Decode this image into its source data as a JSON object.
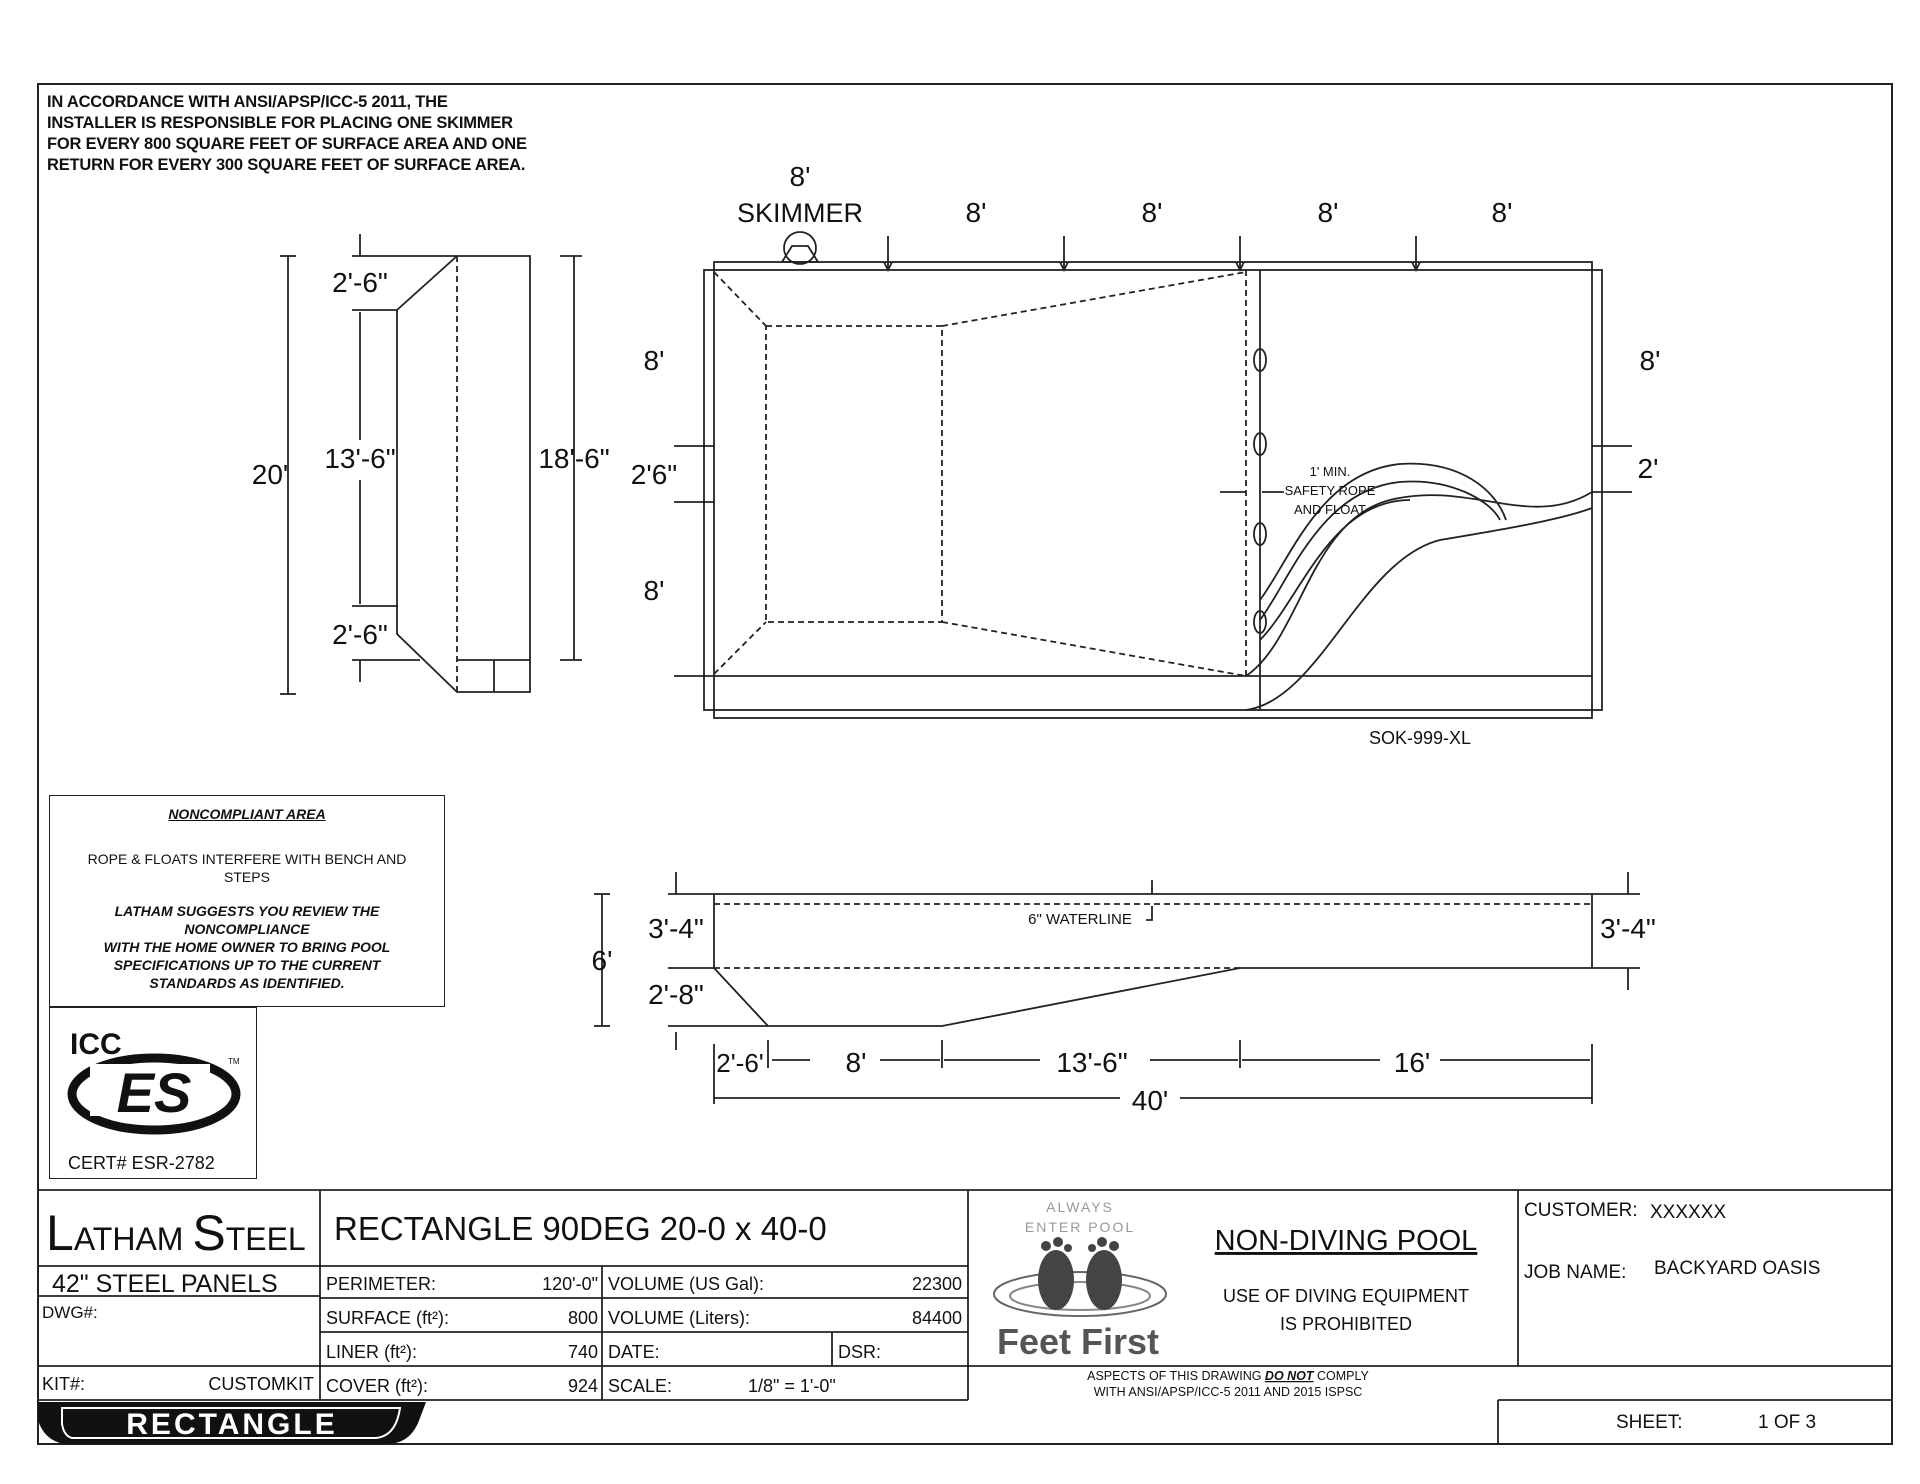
{
  "note": "IN ACCORDANCE WITH ANSI/APSP/ICC-5 2011, THE\nINSTALLER IS RESPONSIBLE FOR PLACING ONE SKIMMER\nFOR EVERY 800 SQUARE FEET OF SURFACE AREA AND ONE\nRETURN FOR EVERY 300 SQUARE FEET OF SURFACE AREA.",
  "section_view": {
    "total_width": "20'",
    "top_slope": "2'-6\"",
    "middle": "13'-6\"",
    "bottom_slope": "2'-6\"",
    "right_length": "18'-6\""
  },
  "plan_view": {
    "skimmer_spacing": "8'",
    "skimmer_label": "SKIMMER",
    "top_spacings": [
      "8'",
      "8'",
      "8'",
      "8'"
    ],
    "left_dims": [
      "8'",
      "2'6\"",
      "8'"
    ],
    "right_dims": [
      "8'",
      "2'"
    ],
    "rope_note": [
      "1' MIN.",
      "SAFETY ROPE",
      "AND FLOAT"
    ],
    "model": "SOK-999-XL"
  },
  "profile_view": {
    "left_shallow": "3'-4\"",
    "left_total": "6'",
    "left_deep_extra": "2'-8\"",
    "right_shallow": "3'-4\"",
    "waterline": "6\" WATERLINE",
    "bottom_dims": [
      "2'-6'",
      "8'",
      "13'-6\"",
      "16'"
    ],
    "overall_length": "40'"
  },
  "noncompliant": {
    "title": "NONCOMPLIANT AREA",
    "body": "ROPE & FLOATS INTERFERE WITH BENCH AND STEPS",
    "suggestion": "LATHAM SUGGESTS YOU REVIEW THE\nNONCOMPLIANCE\nWITH THE HOME OWNER TO BRING POOL\nSPECIFICATIONS UP TO THE CURRENT\nSTANDARDS AS IDENTIFIED."
  },
  "certification": {
    "logo_top": "ICC",
    "logo_main": "ES",
    "tm": "TM",
    "cert": "CERT# ESR-2782"
  },
  "title_block": {
    "brand": "LATHAM STEEL",
    "brand_l": "L",
    "brand_atham": "ATHAM",
    "brand_s": "S",
    "brand_teel": "TEEL",
    "panels": "42\"  STEEL PANELS",
    "dwg_label": "DWG#:",
    "kit_label": "KIT#:",
    "kit_value": "CUSTOMKIT",
    "shape_banner": "RECTANGLE",
    "drawing_title": "RECTANGLE 90DEG 20-0 x 40-0",
    "perimeter_label": "PERIMETER:",
    "perimeter_value": "120'-0\"",
    "surface_label": "SURFACE (ft²):",
    "surface_value": "800",
    "liner_label": "LINER (ft²):",
    "liner_value": "740",
    "cover_label": "COVER (ft²):",
    "cover_value": "924",
    "vol_us_label": "VOLUME (US Gal):",
    "vol_us_value": "22300",
    "vol_l_label": "VOLUME (Liters):",
    "vol_l_value": "84400",
    "date_label": "DATE:",
    "dsr_label": "DSR:",
    "scale_label": "SCALE:",
    "scale_value": "1/8\" = 1'-0\"",
    "logo_line1": "ALWAYS",
    "logo_line2": "ENTER POOL",
    "logo_line3": "Feet First",
    "pool_type": "NON-DIVING POOL",
    "diving_line1": "USE OF DIVING EQUIPMENT",
    "diving_line2": "IS PROHIBITED",
    "compliance_line1": "ASPECTS OF THIS DRAWING DO NOT COMPLY",
    "compliance_pre": "ASPECTS OF THIS DRAWING ",
    "compliance_em": "DO NOT",
    "compliance_post": " COMPLY",
    "compliance_line2": "WITH ANSI/APSP/ICC-5 2011 AND 2015 ISPSC",
    "customer_label": "CUSTOMER:",
    "customer_value": "XXXXXX",
    "job_label": "JOB NAME:",
    "job_value": "BACKYARD OASIS",
    "sheet_label": "SHEET:",
    "sheet_value": "1 OF 3"
  }
}
